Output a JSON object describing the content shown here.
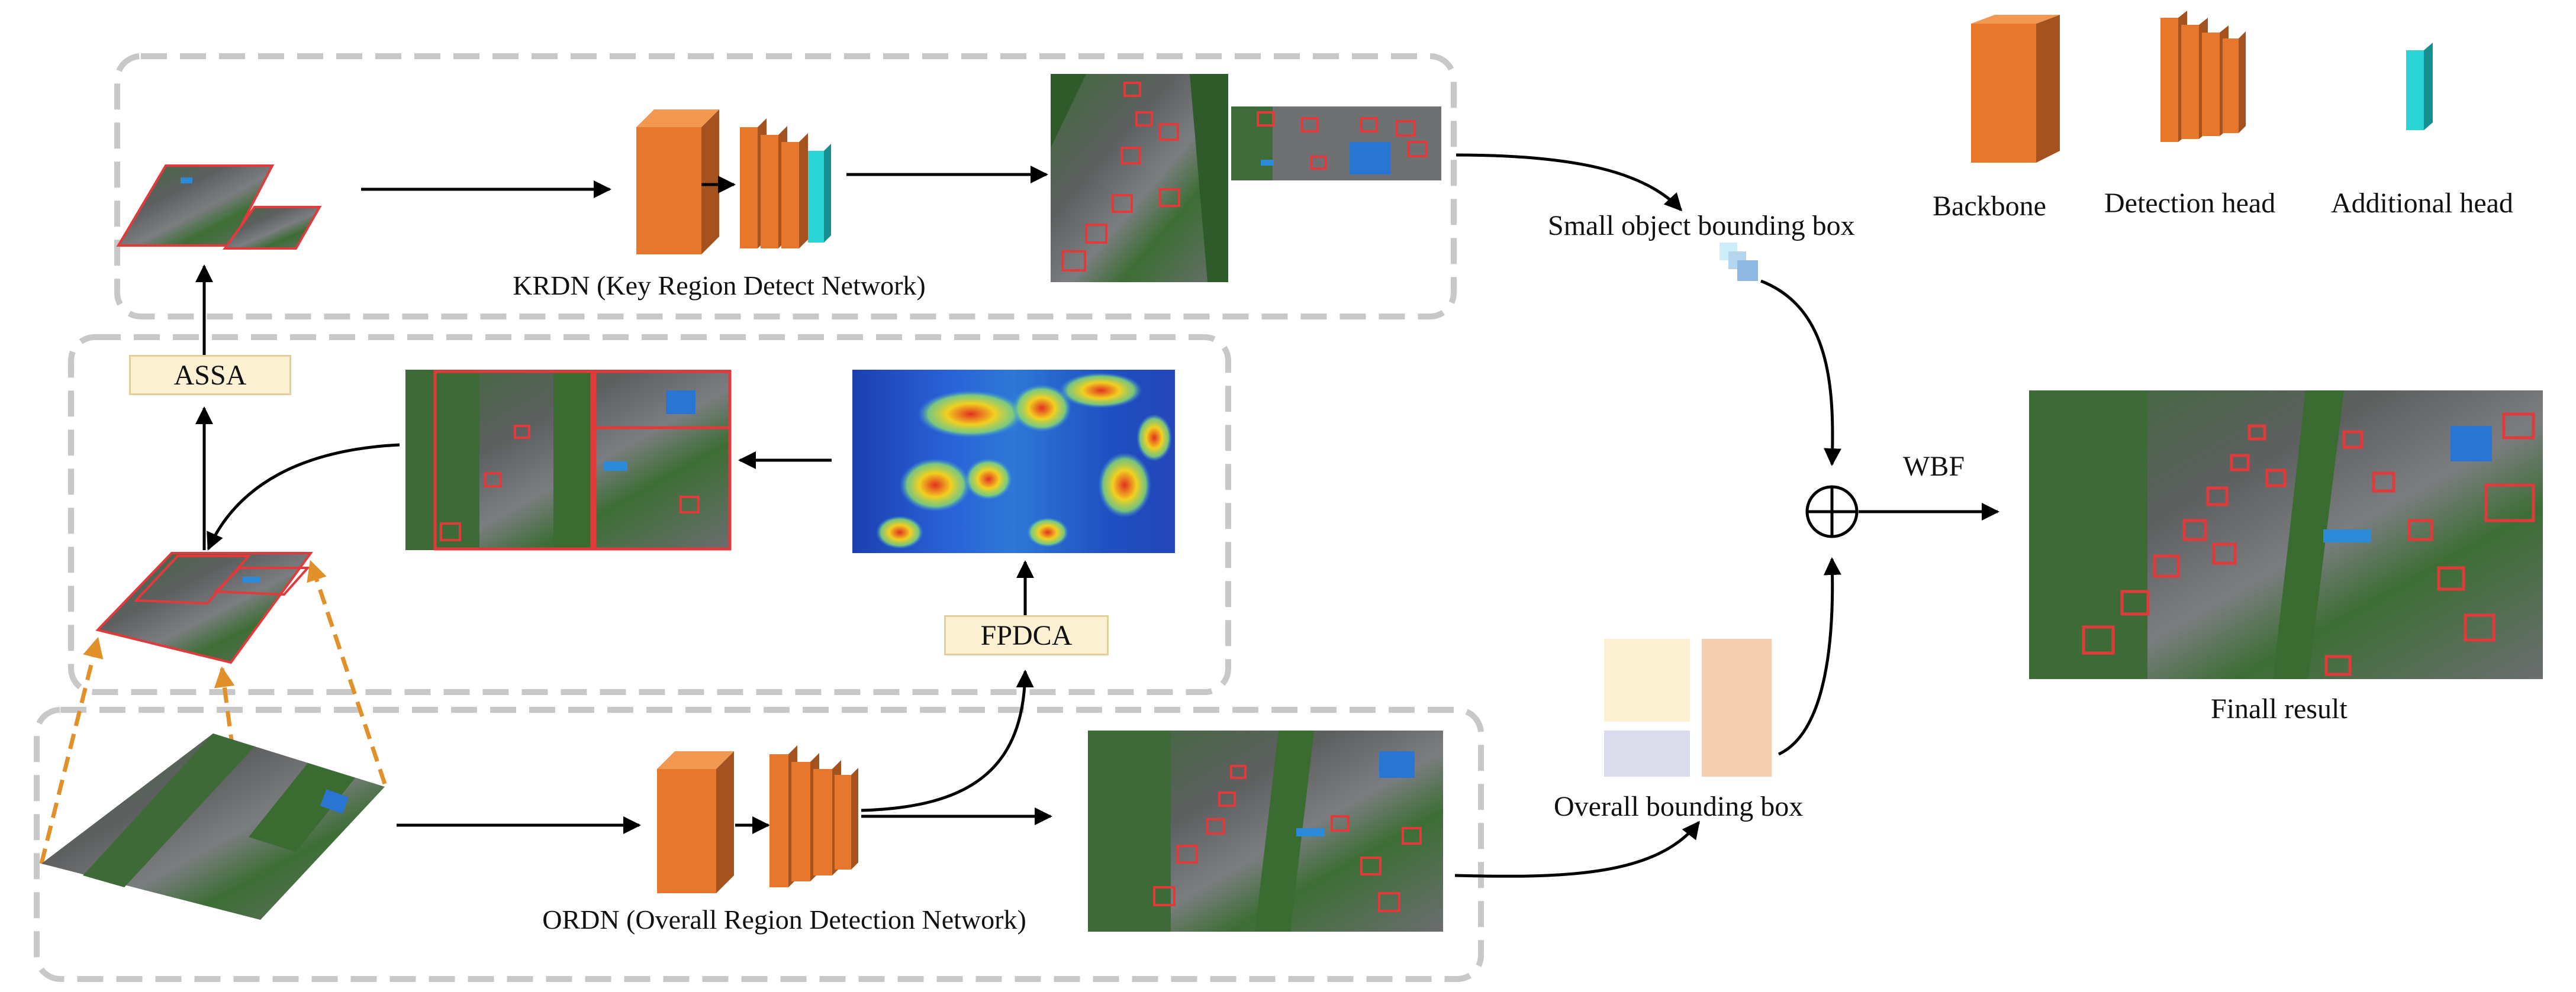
{
  "modules": {
    "krdn_label": "KRDN (Key Region Detect Network)",
    "ordn_label": "ORDN (Overall Region Detection Network)",
    "assa_label": "ASSA",
    "fpdca_label": "FPDCA"
  },
  "outputs": {
    "small_box_label": "Small object bounding box",
    "overall_box_label": "Overall bounding box",
    "fusion_label": "WBF",
    "final_label": "Finall result"
  },
  "legend": {
    "backbone_label": "Backbone",
    "detection_head_label": "Detection head",
    "additional_head_label": "Additional head"
  },
  "colors": {
    "backbone": "#e8772e",
    "detection_head": "#e8772e",
    "additional_head": "#2ad3d6",
    "detection_box": "#e23a3a",
    "dashed_border": "#c8c8c8",
    "tag_fill": "#fdf1d3",
    "proposal_arrow": "#e2912a"
  }
}
